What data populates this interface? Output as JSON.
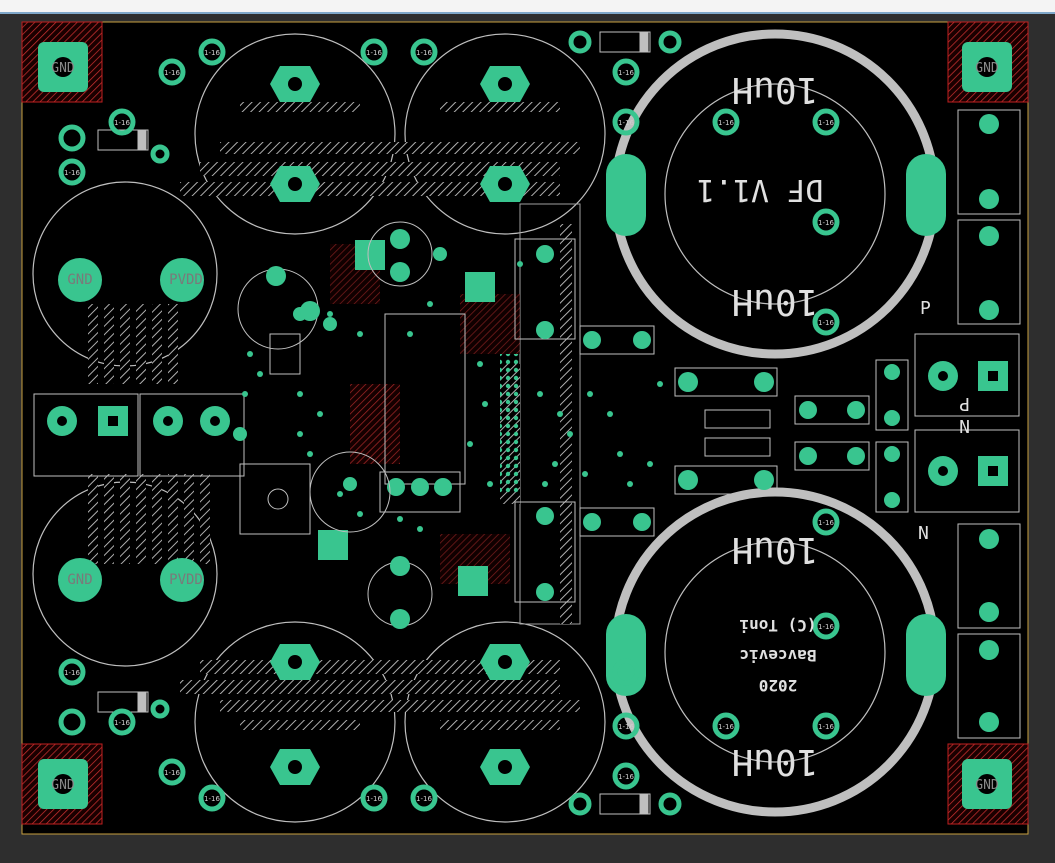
{
  "window": {
    "title": ""
  },
  "board": {
    "silk_title": "DF V1.1",
    "copyright_line1": "(C) Toni",
    "copyright_line2": "Bavcevic",
    "copyright_line3": "2020",
    "inductor_label": "10uH",
    "via_label": "1-16",
    "label_p": "P",
    "label_n": "N",
    "label_gnd": "GND",
    "label_pvdd": "PVDD",
    "colors": {
      "board_bg": "#000000",
      "pad": "#39c58f",
      "outline": "#bfbfbf",
      "hatch": "#a9a9a9",
      "keepout": "#c02020",
      "silk": "#e0e0e0",
      "pink": "#d07070"
    }
  }
}
